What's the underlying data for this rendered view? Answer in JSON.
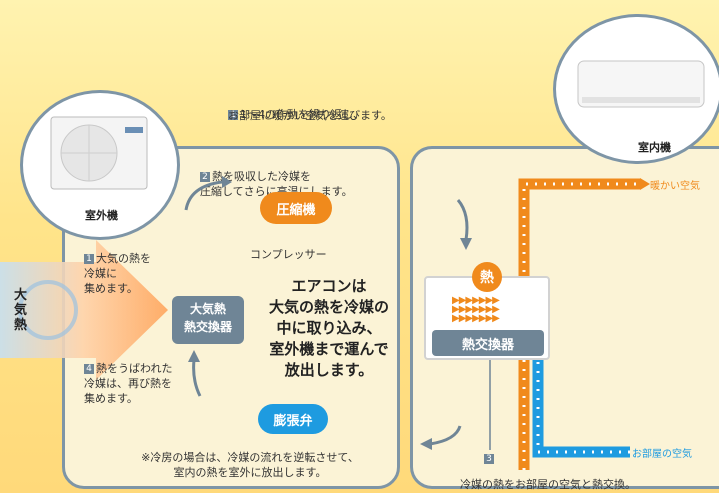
{
  "header": {
    "instruction_line1": "1〜4の作動を繰り返し、",
    "instruction_line2": "お部屋に暖かい空気を運びます。",
    "num_a": "1",
    "num_b": "4"
  },
  "outdoor": {
    "unit_label": "室外機",
    "heat_source_label": "大気熱",
    "exchanger_label": "大気熱\n熱交換器",
    "step1_num": "1",
    "step1_text": "大気の熱を\n冷媒に\n集めます。",
    "step4_num": "4",
    "step4_text": "熱をうばわれた\n冷媒は、再び熱を\n集めます。"
  },
  "cycle": {
    "compressor_label": "圧縮機",
    "compressor_sub": "コンプレッサー",
    "valve_label": "膨張弁",
    "step2_num": "2",
    "step2_text": "熱を吸収した冷媒を\n圧縮してさらに高温にします。",
    "center_text": "エアコンは\n大気の熱を冷媒の\n中に取り込み、\n室外機まで運んで\n放出します。",
    "note": "※冷房の場合は、冷媒の流れを逆転させて、\n室内の熱を室外に放出します。"
  },
  "indoor": {
    "unit_label": "室内機",
    "heat_label": "熱",
    "exchanger_label": "熱交換器",
    "warm_air_label": "暖かい空気",
    "room_air_label": "お部屋の空気",
    "step3_num": "3",
    "step3_text": "冷媒の熱をお部屋の空気と熱交換。"
  },
  "colors": {
    "warm": "#f08a1c",
    "cool": "#1e9be0",
    "node": "#6f8596",
    "panel_border": "#7e95a6"
  }
}
